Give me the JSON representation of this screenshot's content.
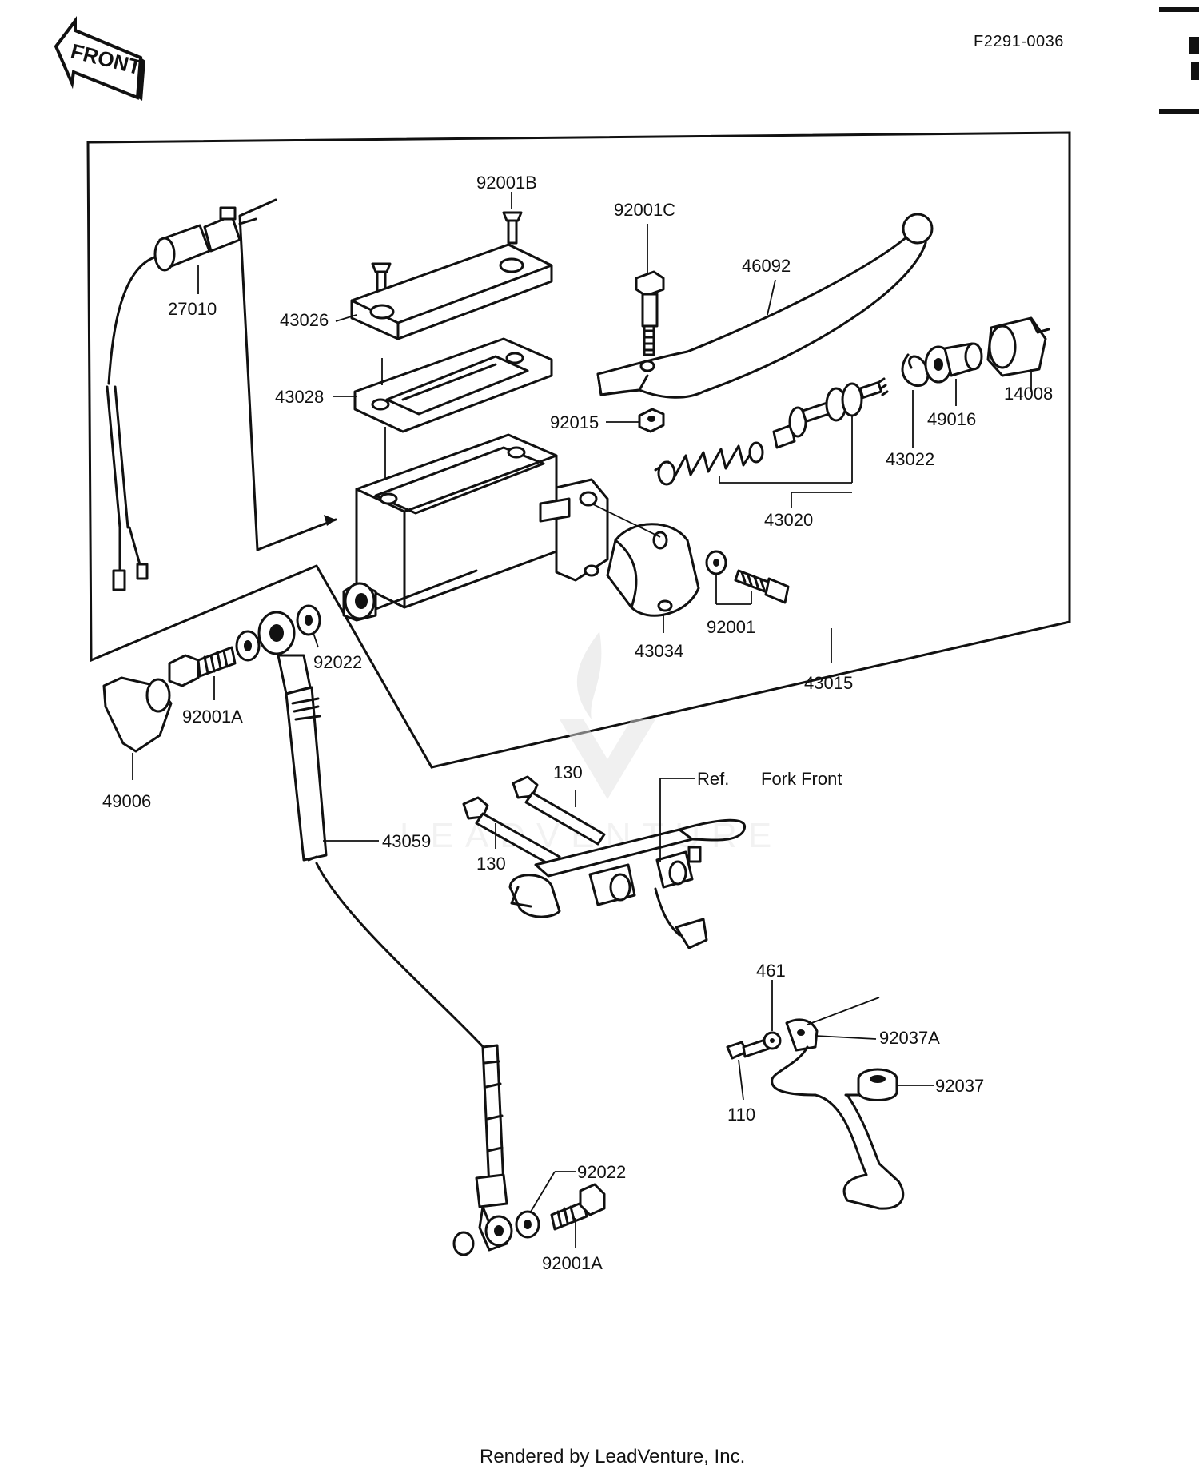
{
  "drawing_code": "F2291-0036",
  "front_badge": "FRONT",
  "footer": "Rendered by LeadVenture, Inc.",
  "watermark": "LEADVENTURE",
  "reference": {
    "ref": "Ref.",
    "text": "Fork Front"
  },
  "parts": {
    "p27010": "27010",
    "p92001B": "92001B",
    "p92001C": "92001C",
    "p46092": "46092",
    "p43026": "43026",
    "p43028": "43028",
    "p92015": "92015",
    "p14008": "14008",
    "p49016": "49016",
    "p43022": "43022",
    "p43020": "43020",
    "p92022_top": "92022",
    "p92001": "92001",
    "p43034": "43034",
    "p43015": "43015",
    "p92001A_top": "92001A",
    "p49006": "49006",
    "p43059": "43059",
    "p130_top": "130",
    "p130_bottom": "130",
    "p461": "461",
    "p92037A": "92037A",
    "p92037": "92037",
    "p110": "110",
    "p92022_bottom": "92022",
    "p92001A_bottom": "92001A"
  }
}
